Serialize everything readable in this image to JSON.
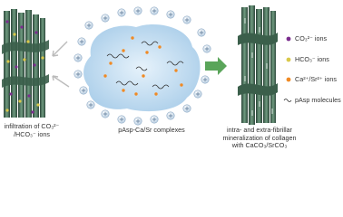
{
  "captions": {
    "infiltration_line1": "infiltration of CO₃²⁻",
    "infiltration_line2": "/HCO₃⁻ ions",
    "complexes": "pAsp-Ca/Sr complexes",
    "result_line1": "intra- and extra-fibrillar",
    "result_line2": "mineralization of collagen",
    "result_line3": "with CaCO₃/SrCO₃"
  },
  "legend": {
    "co3": "CO₃²⁻ ions",
    "hco3": "HCO₃⁻ ions",
    "ca_sr": "Ca²⁺/Sr²⁺ ions",
    "pasp": "pAsp molecules"
  },
  "colors": {
    "co3_dot": "#7b2d8e",
    "hco3_dot": "#d9c84a",
    "ca_sr_dot": "#f08a24",
    "fibril_dark": "#2f4a3c",
    "fibril_light": "#5e8a6e",
    "blob": "#c5dff2",
    "arrow": "#5aa55a"
  },
  "icons": {
    "positive_ion": "plus-circle-icon",
    "pasp": "squiggle-icon"
  }
}
